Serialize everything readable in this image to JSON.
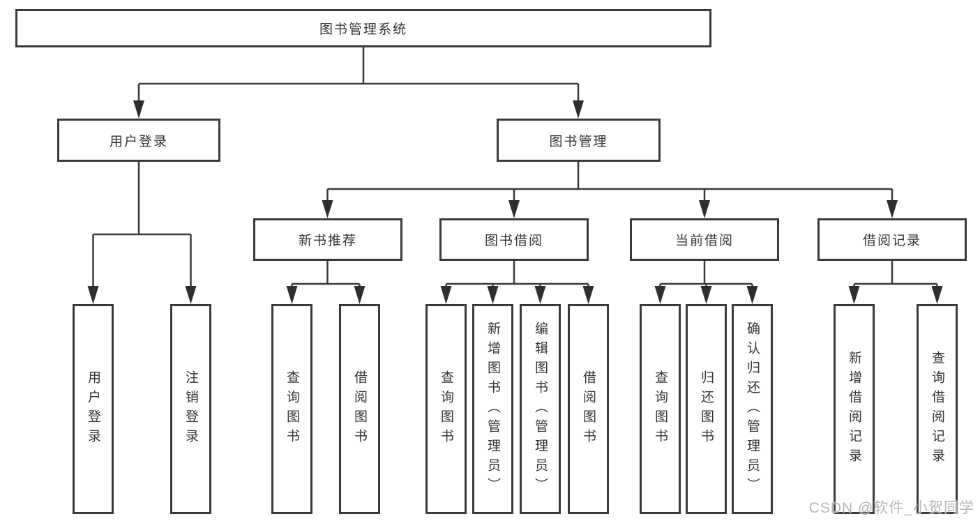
{
  "diagram": {
    "type": "tree",
    "title": "图书管理系统",
    "level2": [
      {
        "id": "user-login",
        "label": "用户登录",
        "parent": "图书管理系统"
      },
      {
        "id": "book-management",
        "label": "图书管理",
        "parent": "图书管理系统"
      }
    ],
    "level3": [
      {
        "id": "new-book-recommend",
        "label": "新书推荐",
        "parent": "图书管理"
      },
      {
        "id": "book-borrow",
        "label": "图书借阅",
        "parent": "图书管理"
      },
      {
        "id": "current-borrow",
        "label": "当前借阅",
        "parent": "图书管理"
      },
      {
        "id": "borrow-records",
        "label": "借阅记录",
        "parent": "图书管理"
      }
    ],
    "leaves": [
      {
        "label": "用户登录",
        "parent": "用户登录"
      },
      {
        "label": "注销登录",
        "parent": "用户登录"
      },
      {
        "label": "查询图书",
        "parent": "新书推荐"
      },
      {
        "label": "借阅图书",
        "parent": "新书推荐"
      },
      {
        "label": "查询图书",
        "parent": "图书借阅"
      },
      {
        "label": "新增图书（管理员）",
        "parent": "图书借阅"
      },
      {
        "label": "编辑图书（管理员）",
        "parent": "图书借阅"
      },
      {
        "label": "借阅图书",
        "parent": "图书借阅"
      },
      {
        "label": "查询图书",
        "parent": "当前借阅"
      },
      {
        "label": "归还图书",
        "parent": "当前借阅"
      },
      {
        "label": "确认归还（管理员）",
        "parent": "当前借阅"
      },
      {
        "label": "新增借阅记录",
        "parent": "借阅记录"
      },
      {
        "label": "查询借阅记录",
        "parent": "借阅记录"
      }
    ]
  },
  "watermark": {
    "text": "CSDN @软件_小贺同学"
  },
  "colors": {
    "line": "#3a3a3a",
    "arrow": "#2e2e2e",
    "box_border": "#3a3a3a",
    "box_bg": "#ffffff",
    "text": "#333333",
    "watermark": "#b2b2b2"
  }
}
